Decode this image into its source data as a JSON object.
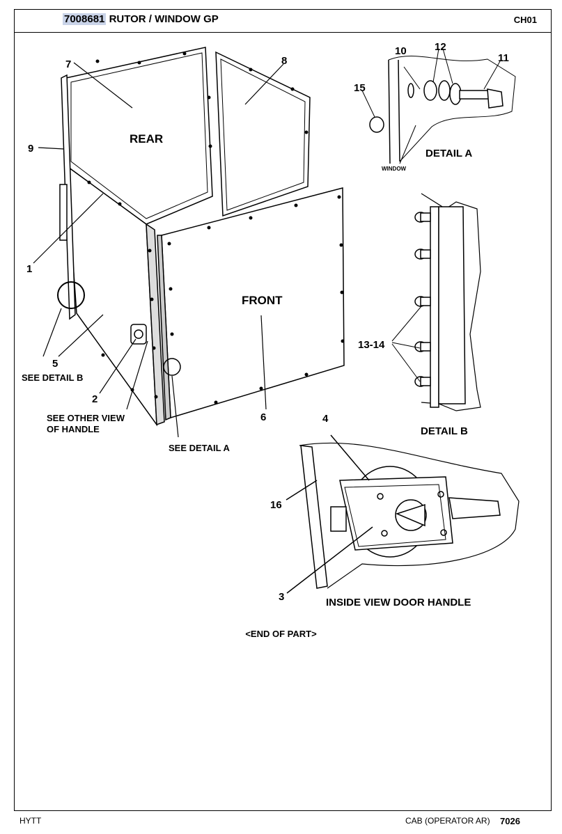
{
  "header": {
    "part_number": "7008681",
    "title": " RUTOR / WINDOW GP",
    "chapter": "CH01"
  },
  "labels": {
    "rear": "REAR",
    "front": "FRONT",
    "detail_a": "DETAIL A",
    "detail_b": "DETAIL B",
    "window": "WINDOW",
    "see_detail_b": "SEE DETAIL B",
    "see_other_view_1": "SEE OTHER VIEW",
    "see_other_view_2": "OF HANDLE",
    "see_detail_a": "SEE DETAIL A",
    "inside_view": "INSIDE VIEW DOOR HANDLE"
  },
  "callouts": {
    "c1": "1",
    "c2": "2",
    "c3": "3",
    "c4": "4",
    "c5": "5",
    "c6": "6",
    "c7": "7",
    "c8": "8",
    "c9": "9",
    "c10": "10",
    "c11": "11",
    "c12": "12",
    "c13_14": "13-14",
    "c15": "15",
    "c16": "16"
  },
  "end_of_part": "<END OF PART>",
  "footer": {
    "left": "HYTT",
    "section": "CAB (OPERATOR AR)",
    "page": "7026"
  }
}
